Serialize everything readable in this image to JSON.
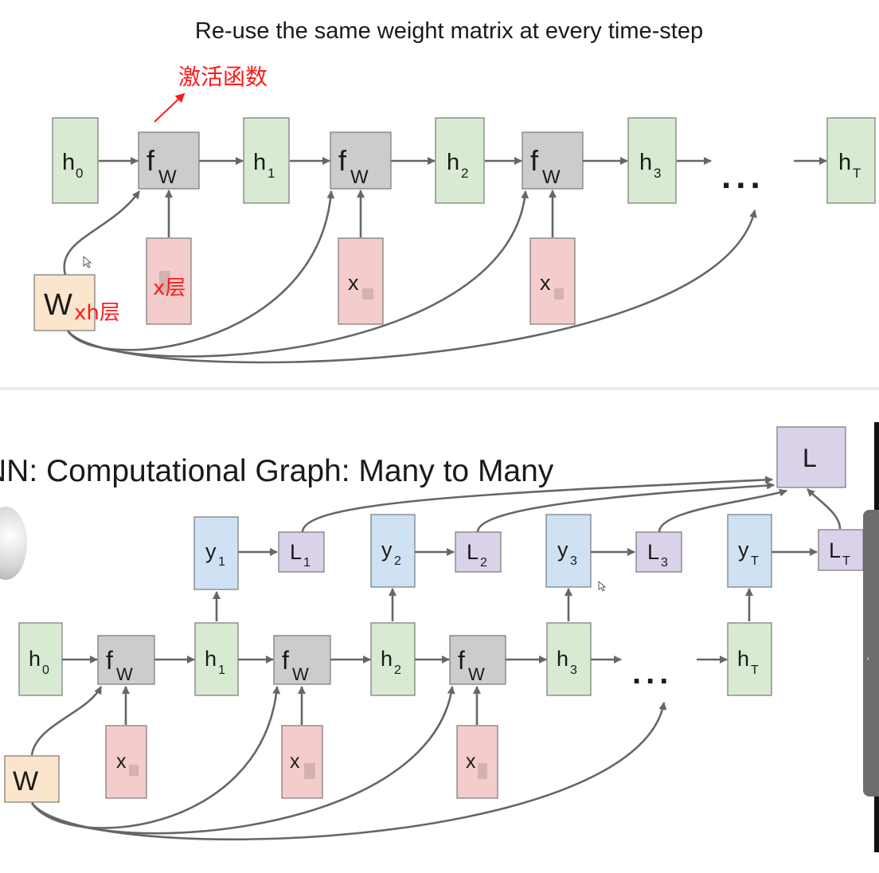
{
  "top": {
    "title": "Re-use the same weight matrix at every time-step",
    "annotation_activation": "激活函数",
    "annotation_x_layer": "x层",
    "annotation_w_layer": "xh层",
    "nodes": {
      "h0": {
        "main": "h",
        "sub": "0"
      },
      "f1": {
        "main": "f",
        "sub": "W"
      },
      "h1": {
        "main": "h",
        "sub": "1"
      },
      "f2": {
        "main": "f",
        "sub": "W"
      },
      "h2": {
        "main": "h",
        "sub": "2"
      },
      "f3": {
        "main": "f",
        "sub": "W"
      },
      "h3": {
        "main": "h",
        "sub": "3"
      },
      "hT": {
        "main": "h",
        "sub": "T"
      },
      "x2": {
        "main": "x"
      },
      "x3": {
        "main": "x"
      },
      "W": {
        "main": "W"
      }
    },
    "ellipsis": "..."
  },
  "bottom": {
    "title": "NN: Computational Graph: Many to Many",
    "nodes": {
      "L": {
        "main": "L"
      },
      "y1": {
        "main": "y",
        "sub": "1"
      },
      "L1": {
        "main": "L",
        "sub": "1"
      },
      "y2": {
        "main": "y",
        "sub": "2"
      },
      "L2": {
        "main": "L",
        "sub": "2"
      },
      "y3": {
        "main": "y",
        "sub": "3"
      },
      "L3": {
        "main": "L",
        "sub": "3"
      },
      "yT": {
        "main": "y",
        "sub": "T"
      },
      "LT": {
        "main": "L",
        "sub": "T"
      },
      "h0": {
        "main": "h",
        "sub": "0"
      },
      "f1": {
        "main": "f",
        "sub": "W"
      },
      "h1": {
        "main": "h",
        "sub": "1"
      },
      "f2": {
        "main": "f",
        "sub": "W"
      },
      "h2": {
        "main": "h",
        "sub": "2"
      },
      "f3": {
        "main": "f",
        "sub": "W"
      },
      "h3": {
        "main": "h",
        "sub": "3"
      },
      "hT": {
        "main": "h",
        "sub": "T"
      },
      "x1": {
        "main": "x"
      },
      "x2": {
        "main": "x"
      },
      "x3": {
        "main": "x"
      },
      "W": {
        "main": "W"
      }
    },
    "ellipsis": "..."
  },
  "colors": {
    "hidden_state": "#d9ead3",
    "function": "#cccccc",
    "input": "#f4cccc",
    "output": "#cfe2f3",
    "loss": "#d9d2e9",
    "weight": "#fce5cd",
    "annotation": "#ff1a1a"
  }
}
